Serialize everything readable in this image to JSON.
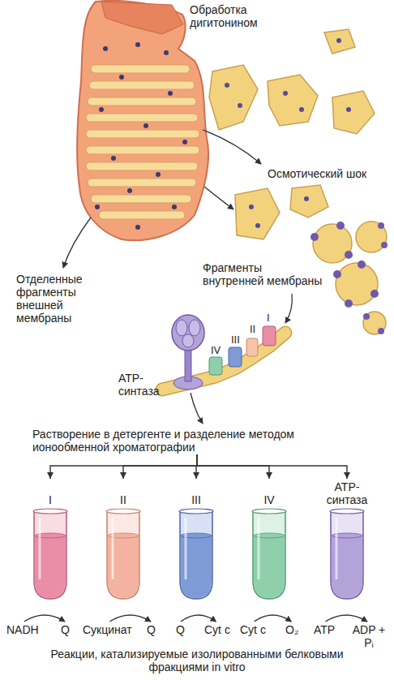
{
  "diagram": {
    "caption": "Реакции, катализируемые изолированными белковыми фракциями in vitro",
    "nodes": [
      {
        "text": [
          "Растворение в детергенте и разделение методом ионообменной хроматографии"
        ]
      },
      {
        "text": [
          "I"
        ]
      },
      {
        "text": [
          "II"
        ]
      },
      {
        "text": [
          "III"
        ]
      },
      {
        "text": [
          "IV"
        ]
      },
      {
        "text": [
          "ATP-синтаза"
        ]
      }
    ],
    "edges": [
      {
        "from": 0,
        "to": 1,
        "arrow": "to"
      },
      {
        "from": 0,
        "to": 2,
        "arrow": "to"
      },
      {
        "from": 0,
        "to": 3,
        "arrow": "to"
      },
      {
        "from": 0,
        "to": 4,
        "arrow": "to"
      },
      {
        "from": 0,
        "to": 5,
        "arrow": "to"
      }
    ],
    "labels": [
      "Обработка дигитонином",
      "Осмотический шок",
      "Отделенные фрагменты внешней мембраны",
      "Фрагменты внутренней мембраны",
      "I",
      "II",
      "III",
      "IV",
      "ATP-синтаза",
      "NADH",
      "Q",
      "Сукцинат",
      "Q",
      "Q",
      "Cyt c",
      "Cyt c",
      "O₂",
      "ATP",
      "ADP + Pᵢ"
    ]
  }
}
